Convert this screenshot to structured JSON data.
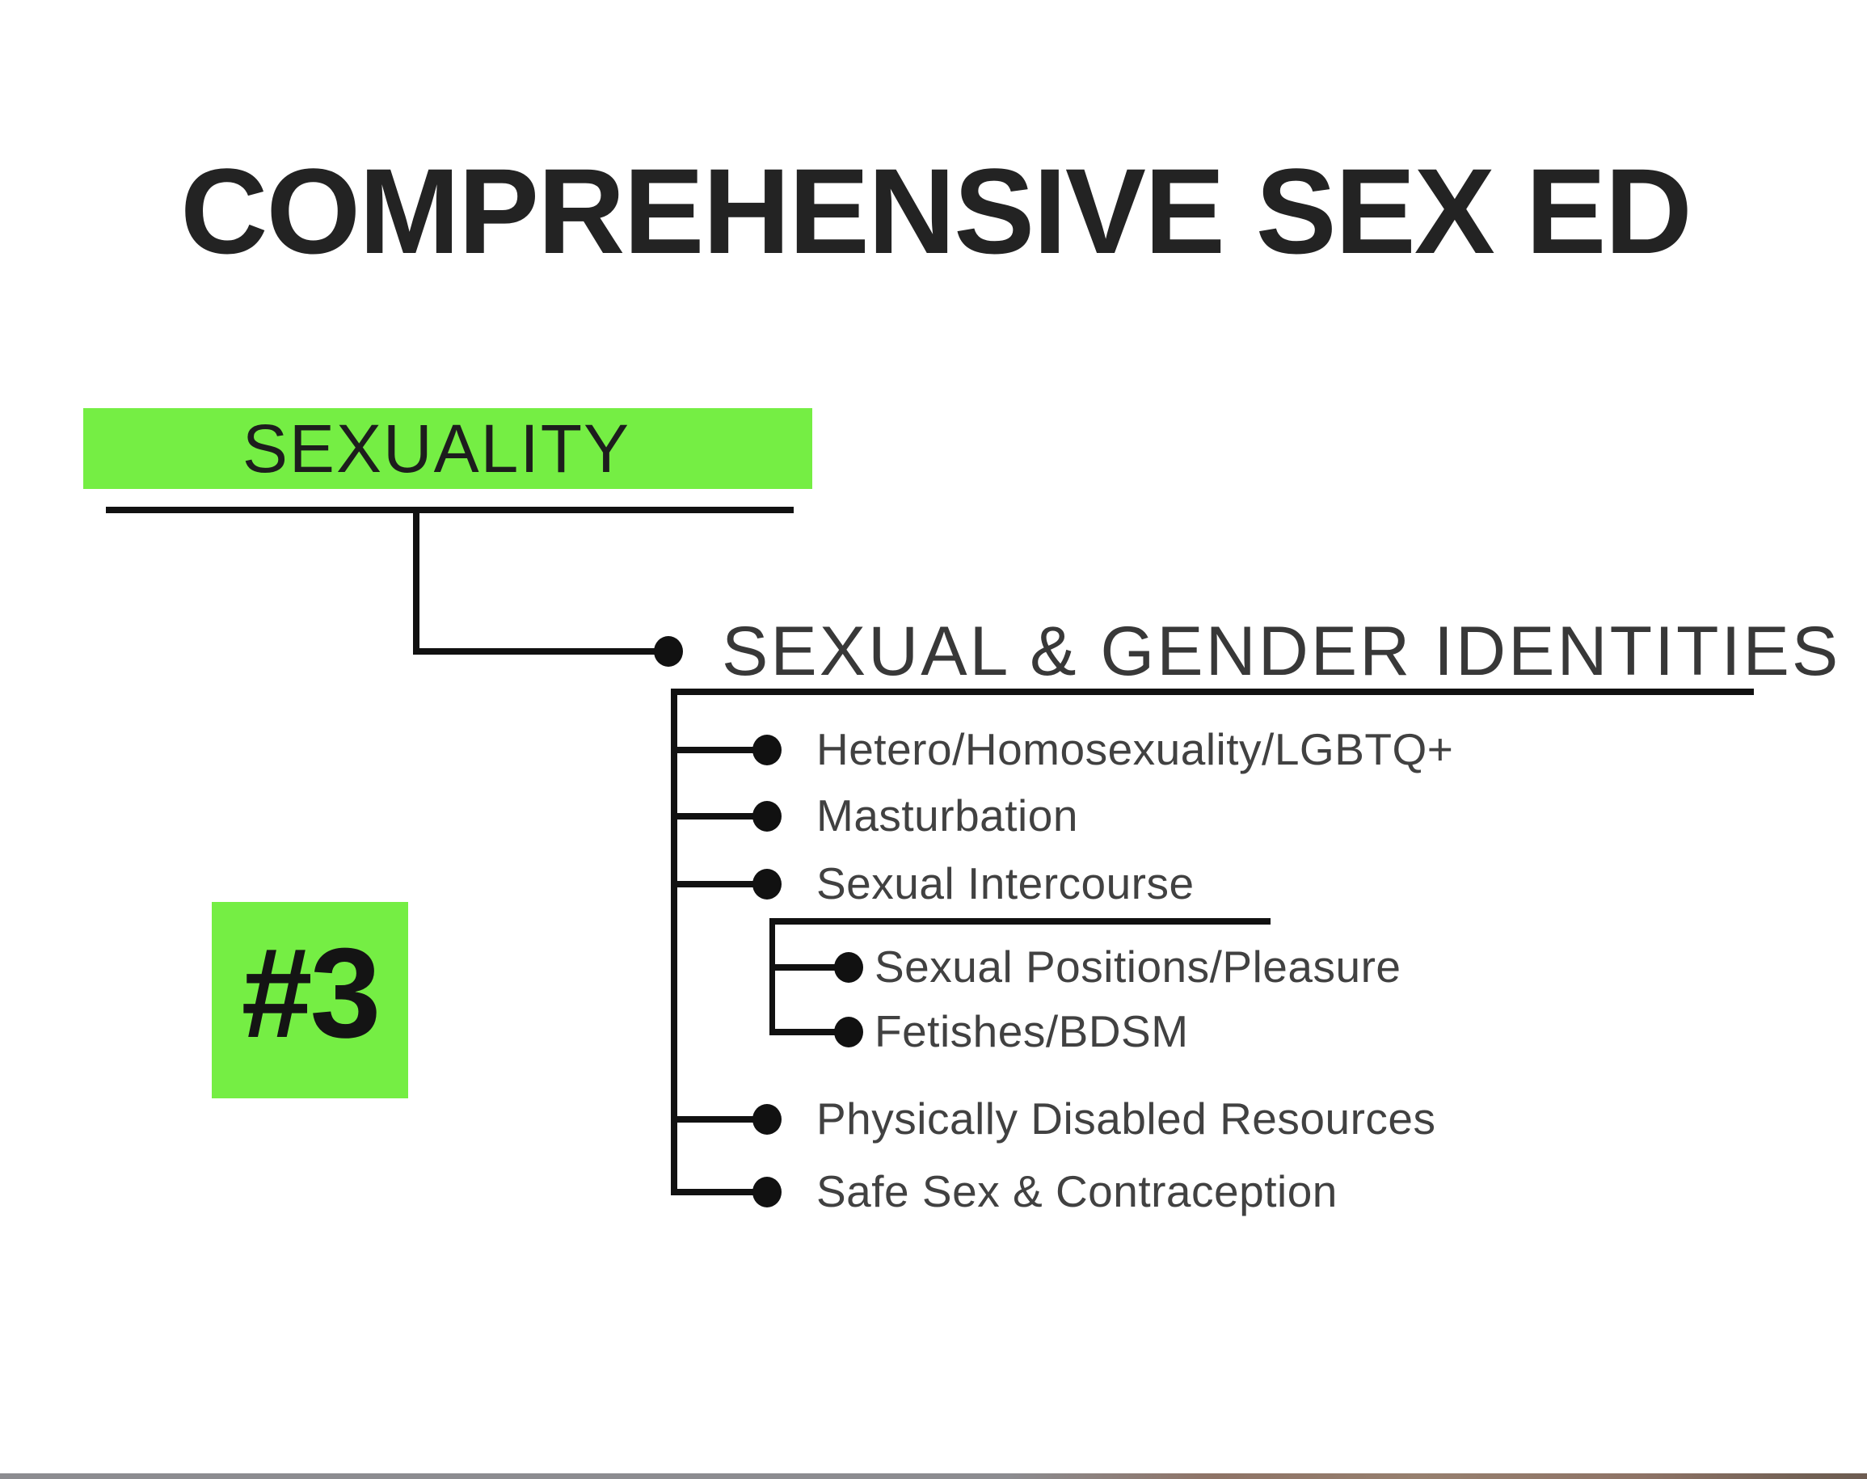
{
  "title": "COMPREHENSIVE SEX ED",
  "root": {
    "label": "SEXUALITY"
  },
  "badge": {
    "label": "#3"
  },
  "category": {
    "label": "SEXUAL & GENDER IDENTITIES",
    "items": [
      {
        "label": "Hetero/Homosexuality/LGBTQ+"
      },
      {
        "label": "Masturbation"
      },
      {
        "label": "Sexual Intercourse",
        "children": [
          {
            "label": "Sexual Positions/Pleasure"
          },
          {
            "label": "Fetishes/BDSM"
          }
        ]
      },
      {
        "label": "Physically Disabled Resources"
      },
      {
        "label": "Safe Sex & Contraception"
      }
    ]
  },
  "colors": {
    "highlight_green": "#75ee44",
    "line_black": "#111111",
    "bottom_bar_grey": "#8c8c90",
    "bottom_bar_brown": "#97806f"
  }
}
